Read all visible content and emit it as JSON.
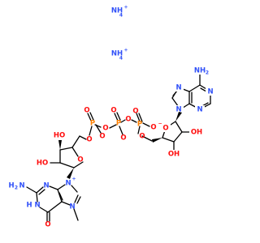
{
  "colors": {
    "bond": "#000000",
    "nitrogen": "#3050F8",
    "oxygen": "#FF0D0D",
    "phosphorus": "#FF8000"
  },
  "ions": [
    {
      "text": "NH",
      "sub": "4",
      "charge": "+"
    },
    {
      "text": "NH",
      "sub": "4",
      "charge": "+"
    }
  ],
  "labels": {
    "adenine_nh2": {
      "text": "NH",
      "sub": "2"
    },
    "guanine_nh2": {
      "text": "H",
      "sub": "2",
      "tail": "N"
    },
    "nh": "H",
    "n": "N",
    "n_plus": "N",
    "plus": "+",
    "o": "O",
    "o_minus": "O",
    "minus": "−",
    "oh": "OH",
    "ho": "HO",
    "p": "P",
    "n_methyl": "N"
  }
}
